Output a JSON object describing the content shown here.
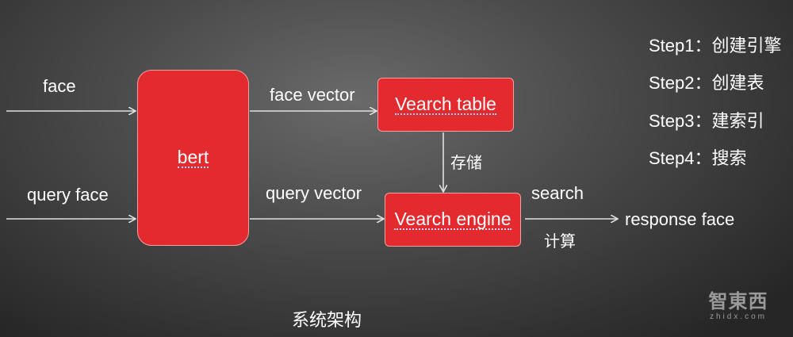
{
  "diagram": {
    "inputs": {
      "face": "face",
      "query_face": "query face"
    },
    "nodes": {
      "bert": "bert",
      "vearch_table": "Vearch table",
      "vearch_engine": "Vearch engine"
    },
    "edge_labels": {
      "face_vector": "face vector",
      "query_vector": "query vector",
      "storage": "存储",
      "search": "search",
      "compute": "计算"
    },
    "output": "response face",
    "steps": [
      "Step1：创建引擎",
      "Step2：创建表",
      "Step3：建索引",
      "Step4：搜索"
    ],
    "caption": "系统架构"
  },
  "watermark": {
    "cn": "智東西",
    "en": "zhidx.com"
  },
  "colors": {
    "node_fill": "#e32a2f",
    "arrow": "#e0e0e0"
  }
}
